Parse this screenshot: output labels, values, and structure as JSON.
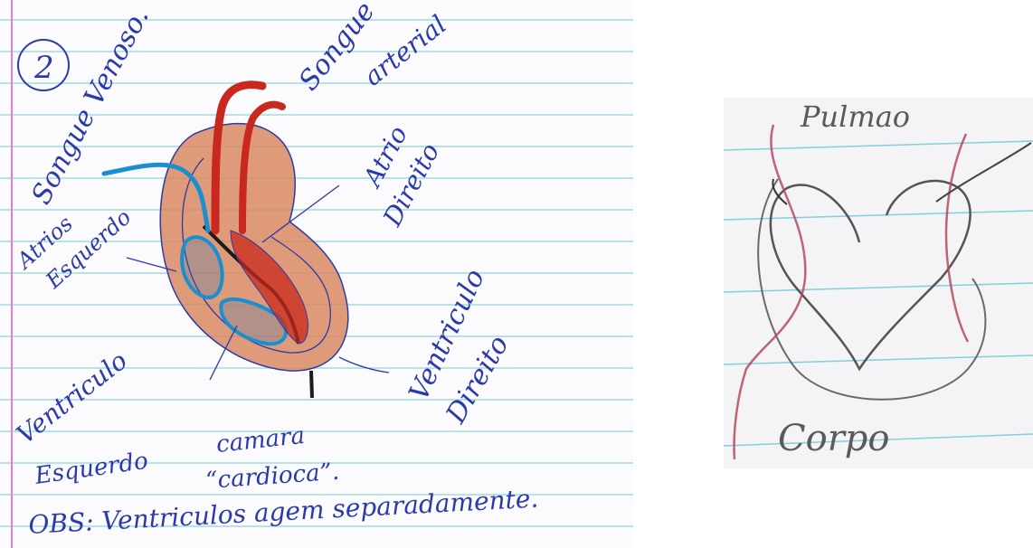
{
  "left_drawing": {
    "circled_number": "2",
    "label_venous": "Songue Venoso.",
    "label_arterial_1": "Songue",
    "label_arterial_2": "arterial",
    "label_right_atrium_1": "Atrio",
    "label_right_atrium_2": "Direito",
    "label_left_atrium_1": "Atrios",
    "label_left_atrium_2": "Esquerdo",
    "label_right_ventricle_1": "Ventriculo",
    "label_right_ventricle_2": "Direito",
    "label_left_ventricle_1": "Ventriculo",
    "label_left_ventricle_2": "Esquerdo",
    "label_chamber_1": "camara",
    "label_chamber_2": "“cardioca”.",
    "note": "OBS: Ventriculos agem separadamente."
  },
  "right_drawing": {
    "label_top": "Pulmao",
    "label_bottom": "Corpo"
  },
  "colors": {
    "ink_blue": "#2b3aa8",
    "paper_line": "#8fd3dc",
    "margin_line": "#e37bd0",
    "heart_tissue": "#d98a62",
    "artery_red": "#c8281e",
    "vein_blue": "#1a8fd0",
    "pencil": "#555555"
  }
}
